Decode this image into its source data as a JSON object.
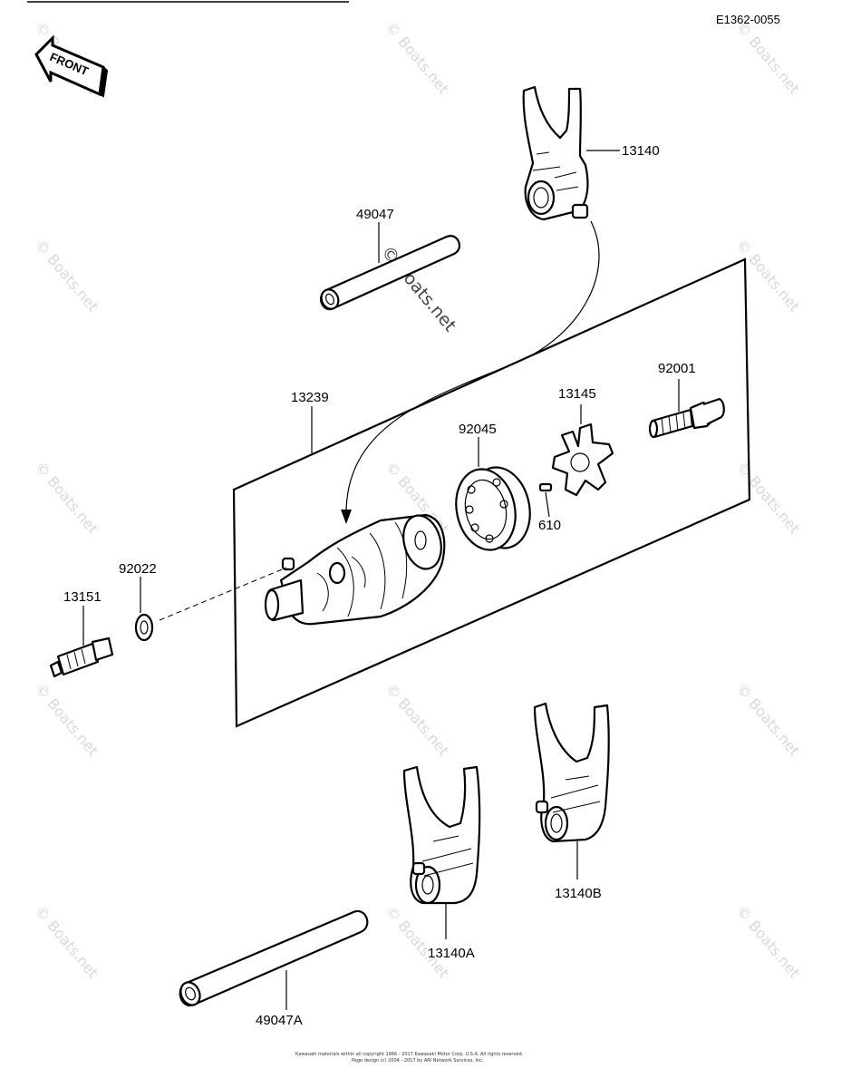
{
  "diagram": {
    "figure_code": "E1362-0055",
    "front_indicator": "FRONT",
    "watermark": "© Boats.net",
    "copyright_lines": [
      "Kawasaki materials within all copyright 1966 - 2017 Kawasaki Motor Corp. U.S.A. All rights reserved.",
      "Page design (c) 2004 - 2017 by ARI Network Services, Inc."
    ],
    "parts": [
      {
        "number": "13140"
      },
      {
        "number": "49047"
      },
      {
        "number": "13239"
      },
      {
        "number": "92001"
      },
      {
        "number": "13145"
      },
      {
        "number": "92045"
      },
      {
        "number": "610"
      },
      {
        "number": "92022"
      },
      {
        "number": "13151"
      },
      {
        "number": "13140B"
      },
      {
        "number": "13140A"
      },
      {
        "number": "49047A"
      }
    ]
  }
}
